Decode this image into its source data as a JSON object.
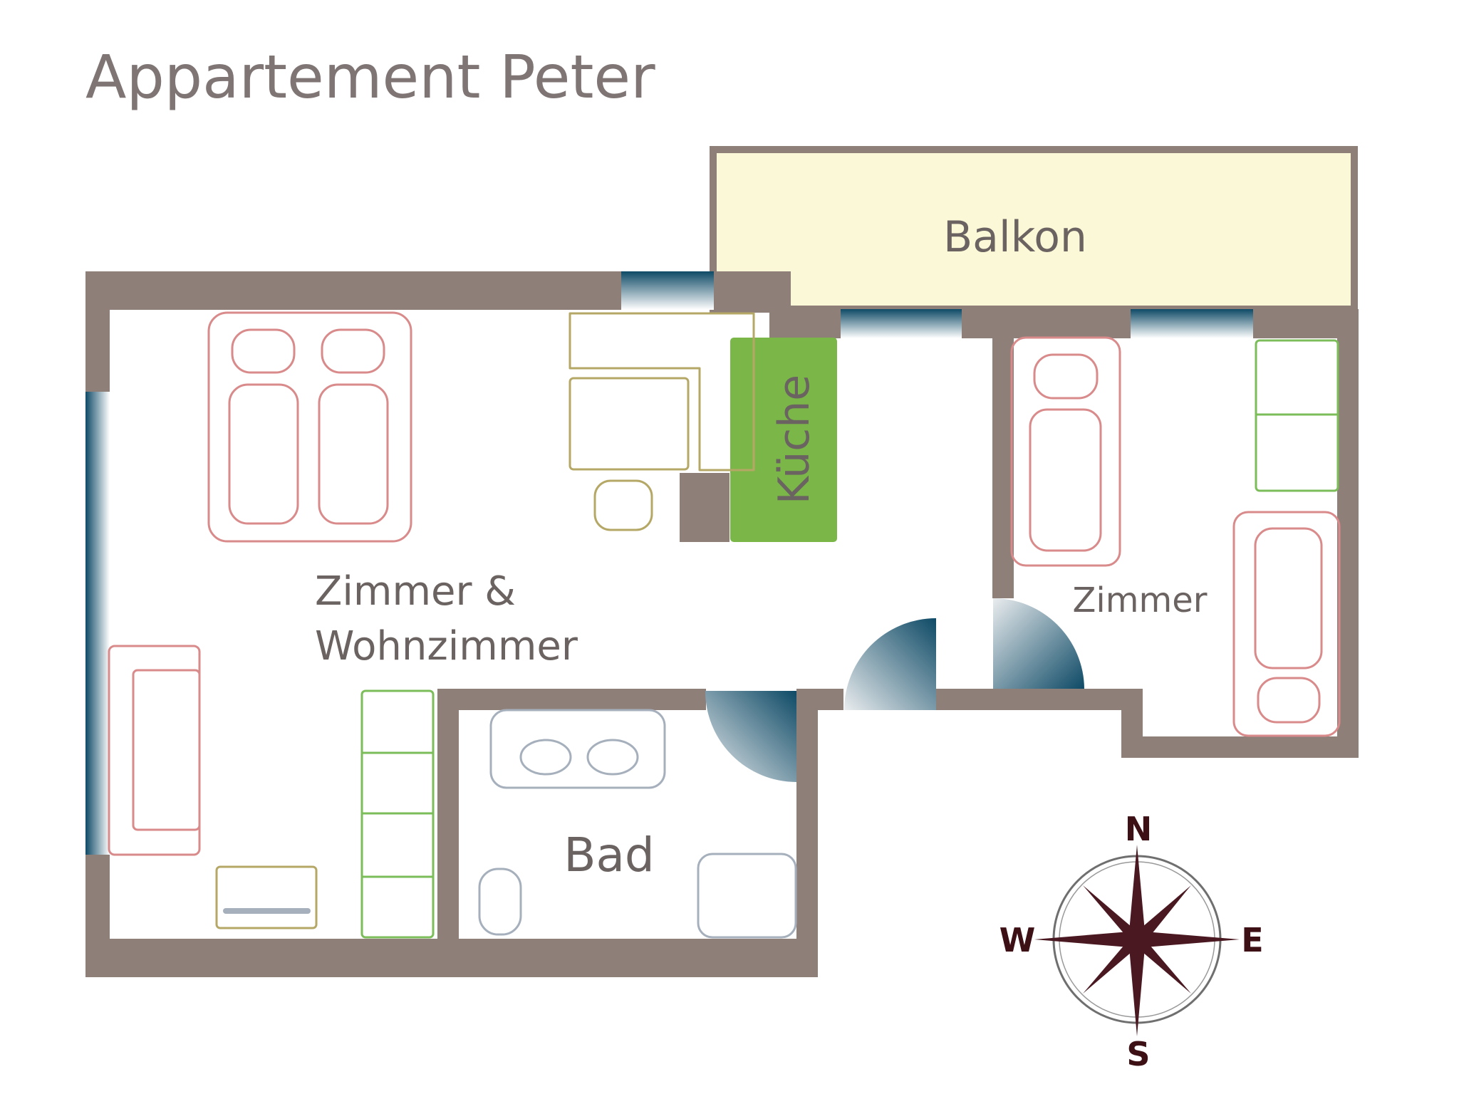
{
  "title": "Appartement Peter",
  "rooms": {
    "balcony": "Balkon",
    "kitchen": "Küche",
    "living_line1": "Zimmer &",
    "living_line2": "Wohnzimmer",
    "bedroom": "Zimmer",
    "bath": "Bad"
  },
  "compass": {
    "north": "N",
    "east": "E",
    "south": "S",
    "west": "W"
  },
  "colors": {
    "wall": "#8f7f79",
    "window": "#0e4a66",
    "balcony_fill": "#fbf8d8",
    "kitchen_fill": "#7ab648",
    "bed_outline": "#d98a8a",
    "cabinet_outline": "#7bbd58",
    "table_outline": "#b5a866",
    "bath_fixture_outline": "#a6b0bd",
    "compass_star": "#4a1820"
  }
}
